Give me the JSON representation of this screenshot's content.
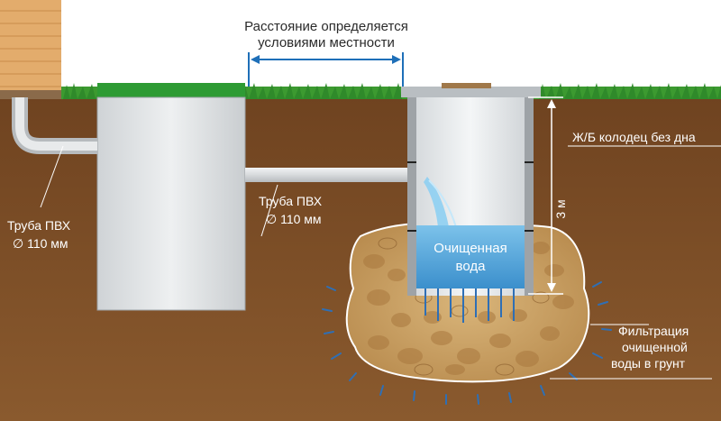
{
  "labels": {
    "distance_line1": "Расстояние определяется",
    "distance_line2": "условиями местности",
    "pipe_left_line1": "Труба ПВХ",
    "pipe_left_line2": "∅ 110 мм",
    "pipe_mid_line1": "Труба ПВХ",
    "pipe_mid_line2": "∅ 110 мм",
    "well_label": "Ж/Б колодец без дна",
    "depth_label": "3 м",
    "water_line1": "Очищенная",
    "water_line2": "вода",
    "filtration_line1": "Фильтрация",
    "filtration_line2": "очищенной",
    "filtration_line3": "воды в грунт"
  },
  "colors": {
    "sky": "#ffffff",
    "soil": "#7a4a22",
    "grass": "#2f8a2a",
    "house_wall": "#e0a968",
    "tank": "#dfe2e4",
    "tank_lid": "#2e9b34",
    "well_wall": "#b9bec2",
    "water": "#5aa9dc",
    "gravel": "#c8a063",
    "accent_blue": "#1e6fb8"
  }
}
